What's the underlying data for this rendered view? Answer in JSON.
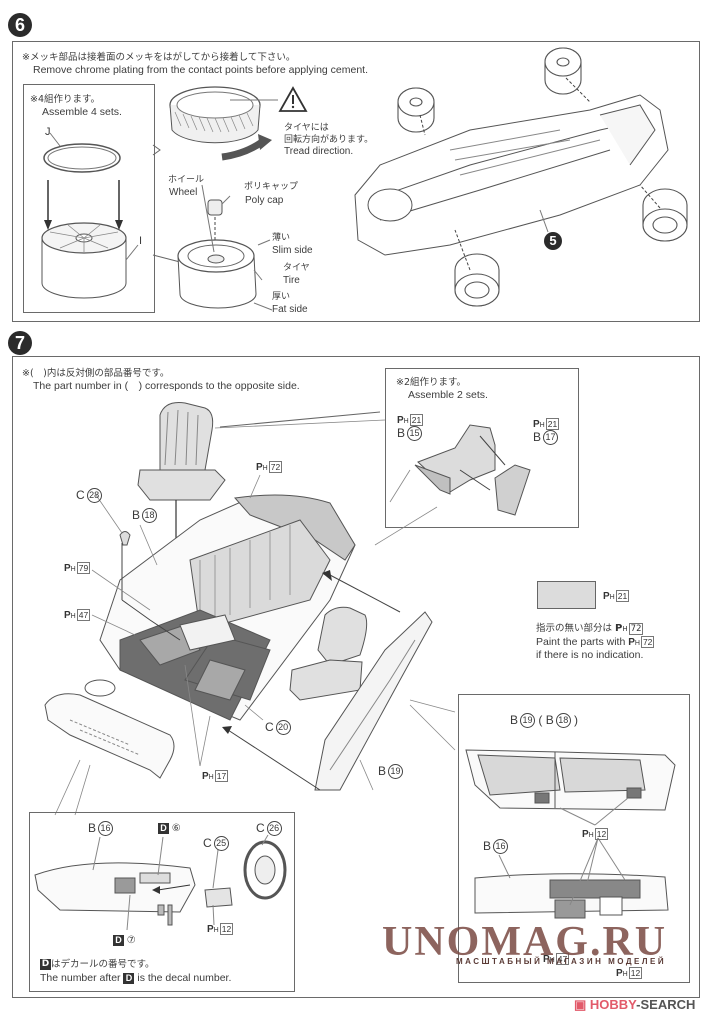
{
  "step6": {
    "number": "6",
    "note_jp": "※メッキ部品は接着面のメッキをはがしてから接着して下さい。",
    "note_en": "Remove chrome plating from the contact points before applying cement.",
    "subbox": {
      "jp": "※4組作ります。",
      "en": "Assemble 4 sets.",
      "part_j": "J",
      "part_i": "I"
    },
    "tread": {
      "jp1": "タイヤには",
      "jp2": "回転方向があります。",
      "en": "Tread direction."
    },
    "wheel": {
      "jp": "ホイール",
      "en": "Wheel"
    },
    "polycap": {
      "jp": "ポリキャップ",
      "en": "Poly cap"
    },
    "slim": {
      "jp": "薄い",
      "en": "Slim side"
    },
    "tire": {
      "jp": "タイヤ",
      "en": "Tire"
    },
    "fat": {
      "jp": "厚い",
      "en": "Fat side"
    },
    "chassis_ref": "5"
  },
  "step7": {
    "number": "7",
    "note_jp": "※(　)内は反対側の部品番号です。",
    "note_en": "The part number in (　) corresponds to the opposite side.",
    "rear_seat_box": {
      "jp": "※2組作ります。",
      "en": "Assemble 2 sets.",
      "left_paint": "21",
      "left_part_letter": "B",
      "left_part_num": "15",
      "right_paint": "21",
      "right_part_letter": "B",
      "right_part_num": "17"
    },
    "legend": {
      "swatch_paint": "21",
      "note_jp": "指示の無い部分は",
      "note_jp_paint": "72",
      "note_en1": "Paint the parts with",
      "note_en1_paint": "72",
      "note_en2": "if there is no indication.",
      "swatch_color": "#dcdcdc"
    },
    "labels": {
      "c28": {
        "letter": "C",
        "num": "28"
      },
      "b18": {
        "letter": "B",
        "num": "18"
      },
      "ph79": "79",
      "ph47": "47",
      "ph72": "72",
      "c20": {
        "letter": "C",
        "num": "20"
      },
      "ph17": "17",
      "b19": {
        "letter": "B",
        "num": "19"
      }
    },
    "door_box": {
      "title_letter": "B",
      "title_num": "19",
      "title_alt_letter": "B",
      "title_alt_num": "18",
      "ph12_top": "12",
      "b16": {
        "letter": "B",
        "num": "16"
      },
      "ph47": "47",
      "ph12_bottom": "12"
    },
    "dash_box": {
      "b16": {
        "letter": "B",
        "num": "16"
      },
      "d6": {
        "letter": "D",
        "num": "⑥"
      },
      "c25": {
        "letter": "C",
        "num": "25"
      },
      "c26": {
        "letter": "C",
        "num": "26"
      },
      "d7": {
        "letter": "D",
        "num": "⑦"
      },
      "ph12": "12",
      "note_jp": "はデカールの番号です。",
      "note_en_pre": "The number after",
      "note_en_post": "is the decal number."
    }
  },
  "paint_prefix": {
    "p": "P",
    "h": "H"
  },
  "watermark": {
    "main": "UNOMAG.RU",
    "sub": "МАСШТАБНЫЙ МАГАЗИН МОДЕЛЕЙ"
  },
  "hobby_search": {
    "brand_a": "HOBBY",
    "brand_b": "SEARCH"
  },
  "colors": {
    "floor_dark": "#6e6e6e",
    "seat_gray": "#d8d8d8",
    "line": "#4a4a4a"
  }
}
